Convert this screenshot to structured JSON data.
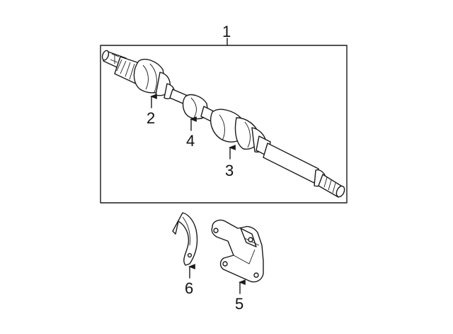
{
  "callouts": {
    "c1": "1",
    "c2": "2",
    "c3": "3",
    "c4": "4",
    "c5": "5",
    "c6": "6"
  },
  "colors": {
    "line": "#1a1a1a",
    "background": "#ffffff"
  },
  "icons": {
    "arrow": "arrow-up-icon"
  }
}
